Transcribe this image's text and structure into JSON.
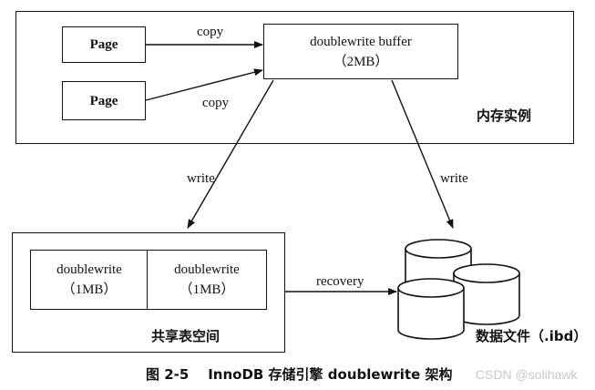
{
  "memory": {
    "label": "内存实例",
    "page_a": "Page",
    "page_b": "Page",
    "buffer_line1": "doublewrite buffer",
    "buffer_line2": "（2MB）"
  },
  "arrows": {
    "copy_top": "copy",
    "copy_bottom": "copy",
    "write_left": "write",
    "write_right": "write",
    "recovery": "recovery"
  },
  "shared_tablespace": {
    "label": "共享表空间",
    "cell_a_line1": "doublewrite",
    "cell_a_line2": "（1MB）",
    "cell_b_line1": "doublewrite",
    "cell_b_line2": "（1MB）"
  },
  "datafiles": {
    "label": "数据文件（.ibd）"
  },
  "caption": "图 2-5    InnoDB 存储引擎 doublewrite 架构",
  "watermark": "CSDN @solihawk"
}
